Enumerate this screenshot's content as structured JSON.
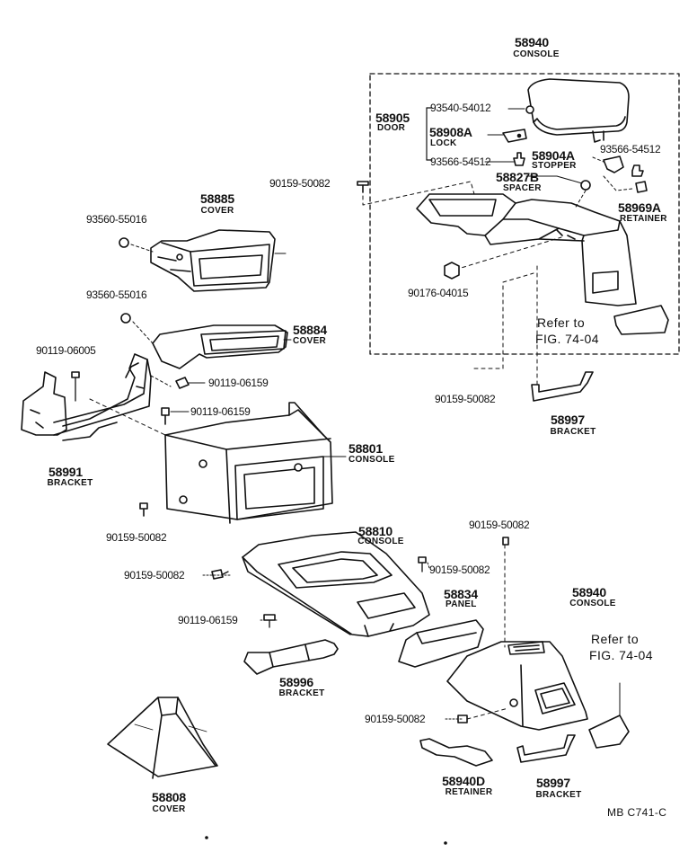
{
  "diagram_code": "MB C741-C",
  "parts": {
    "console_58940_top": {
      "number": "58940",
      "name": "CONSOLE"
    },
    "door_58905": {
      "number": "58905",
      "name": "DOOR"
    },
    "bolt_93540_54012": {
      "number": "93540-54012"
    },
    "lock_58908A": {
      "number": "58908A",
      "name": "LOCK"
    },
    "screw_93566_54512_a": {
      "number": "93566-54512"
    },
    "stopper_58904A": {
      "number": "58904A",
      "name": "STOPPER"
    },
    "screw_93566_54512_b": {
      "number": "93566-54512"
    },
    "spacer_58827B": {
      "number": "58827B",
      "name": "SPACER"
    },
    "retainer_58969A": {
      "number": "58969A",
      "name": "RETAINER"
    },
    "screw_90159_50082_a": {
      "number": "90159-50082"
    },
    "cover_58885": {
      "number": "58885",
      "name": "COVER"
    },
    "screw_93560_55016_a": {
      "number": "93560-55016"
    },
    "nut_90176_04015": {
      "number": "90176-04015"
    },
    "screw_93560_55016_b": {
      "number": "93560-55016"
    },
    "cover_58884": {
      "number": "58884",
      "name": "COVER"
    },
    "bolt_90119_06005": {
      "number": "90119-06005"
    },
    "bolt_90119_06159_a": {
      "number": "90119-06159"
    },
    "bolt_90119_06159_b": {
      "number": "90119-06159"
    },
    "bracket_58991": {
      "number": "58991",
      "name": "BRACKET"
    },
    "screw_90159_50082_b": {
      "number": "90159-50082"
    },
    "bracket_58997_top": {
      "number": "58997",
      "name": "BRACKET"
    },
    "console_58801": {
      "number": "58801",
      "name": "CONSOLE"
    },
    "screw_90159_50082_c": {
      "number": "90159-50082"
    },
    "console_58810": {
      "number": "58810",
      "name": "CONSOLE"
    },
    "screw_90159_50082_d": {
      "number": "90159-50082"
    },
    "screw_90159_50082_e": {
      "number": "90159-50082"
    },
    "screw_90159_50082_f": {
      "number": "90159-50082"
    },
    "panel_58834": {
      "number": "58834",
      "name": "PANEL"
    },
    "console_58940_bottom": {
      "number": "58940",
      "name": "CONSOLE"
    },
    "bolt_90119_06159_c": {
      "number": "90119-06159"
    },
    "bracket_58996": {
      "number": "58996",
      "name": "BRACKET"
    },
    "screw_90159_50082_g": {
      "number": "90159-50082"
    },
    "cover_58808": {
      "number": "58808",
      "name": "COVER"
    },
    "retainer_58940D": {
      "number": "58940D",
      "name": "RETAINER"
    },
    "bracket_58997_bottom": {
      "number": "58997",
      "name": "BRACKET"
    }
  },
  "references": {
    "top": {
      "line1": "Refer to",
      "line2": "FIG. 74-04"
    },
    "bottom": {
      "line1": "Refer to",
      "line2": "FIG. 74-04"
    }
  }
}
